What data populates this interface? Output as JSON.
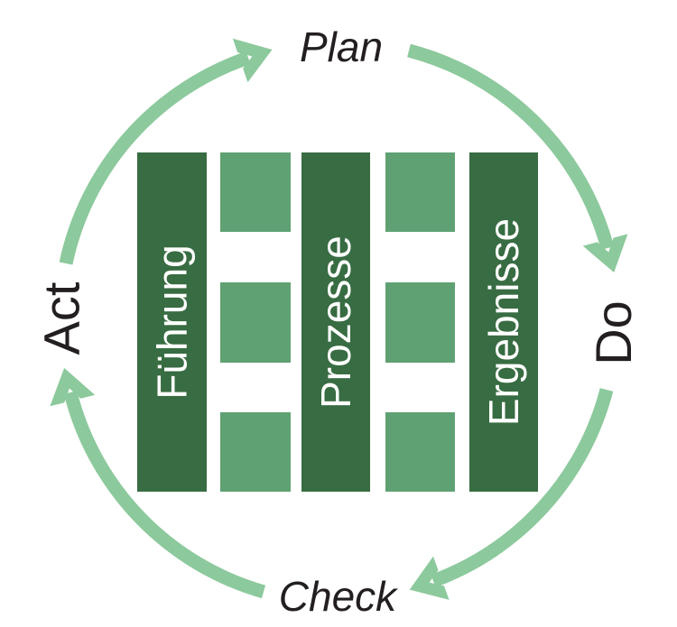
{
  "diagram": {
    "type": "pdca-cycle-around-efqm-model",
    "cycle": {
      "direction": "clockwise",
      "labels": {
        "plan": "Plan",
        "do": "Do",
        "check": "Check",
        "act": "Act"
      }
    },
    "model": {
      "pillars": [
        {
          "label": "Führung"
        },
        {
          "label": "Prozesse"
        },
        {
          "label": "Ergebnisse"
        }
      ],
      "connector_square_rows": 3,
      "connector_square_columns": 2
    }
  },
  "colors": {
    "dark_green": "#386C42",
    "medium_green": "#5FA173",
    "arrow_green": "#8CC99C",
    "text_black": "#231F20",
    "bar_text": "#FFFFFF",
    "background": "#FFFFFF"
  }
}
